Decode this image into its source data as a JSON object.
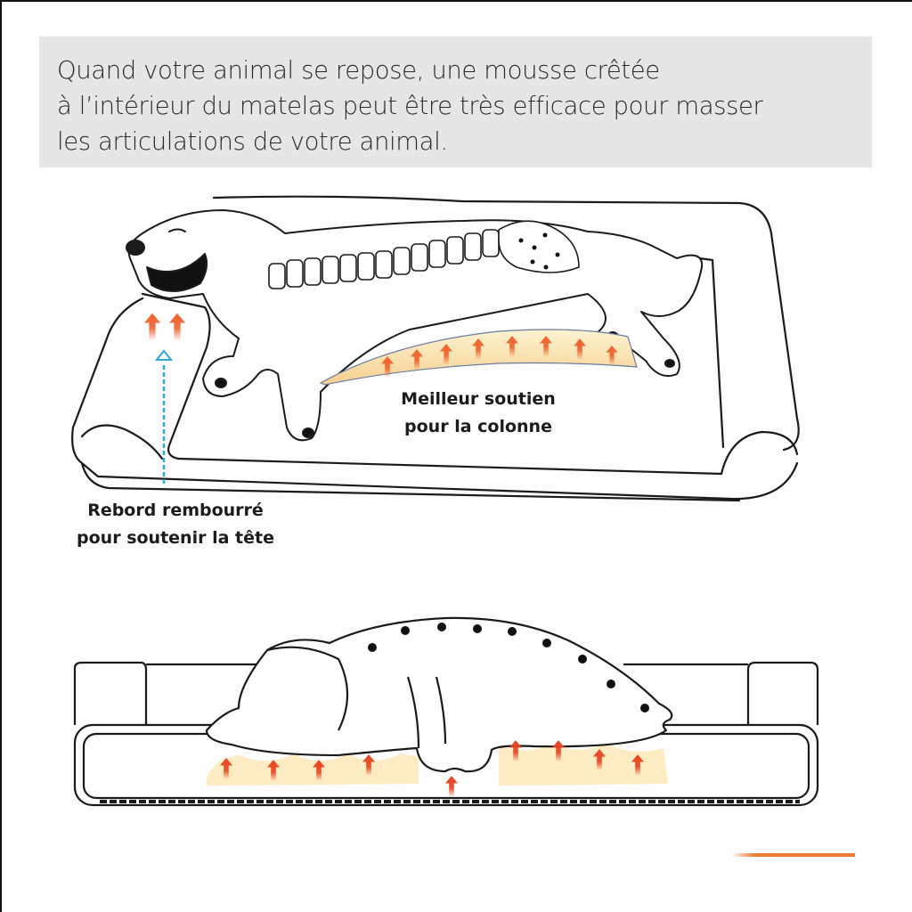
{
  "header": {
    "lines": [
      "Quand votre animal se repose, une mousse crêtée",
      "à l’intérieur du matelas peut être très efficace pour masser",
      "les articulations de votre animal."
    ]
  },
  "callouts": {
    "spine_support": {
      "lines": [
        "Meilleur soutien",
        "pour la colonne"
      ]
    },
    "head_support": {
      "lines": [
        "Rebord rembourré",
        "pour soutenir la tête"
      ]
    }
  },
  "illustrations": {
    "top": {
      "subject": "dog-lying-on-bolster-bed-with-visible-spine",
      "arrow_color": "#ee5a24",
      "guide_arrow_color": "#2aa8d8"
    },
    "bottom": {
      "subject": "dog-lying-on-bed-side-view-with-egg-crate-foam",
      "arrow_color": "#e8431c"
    }
  },
  "colors": {
    "header_bg": "#e6e6e6",
    "accent": "#ee7c34",
    "foam": "#fbe8b8"
  }
}
